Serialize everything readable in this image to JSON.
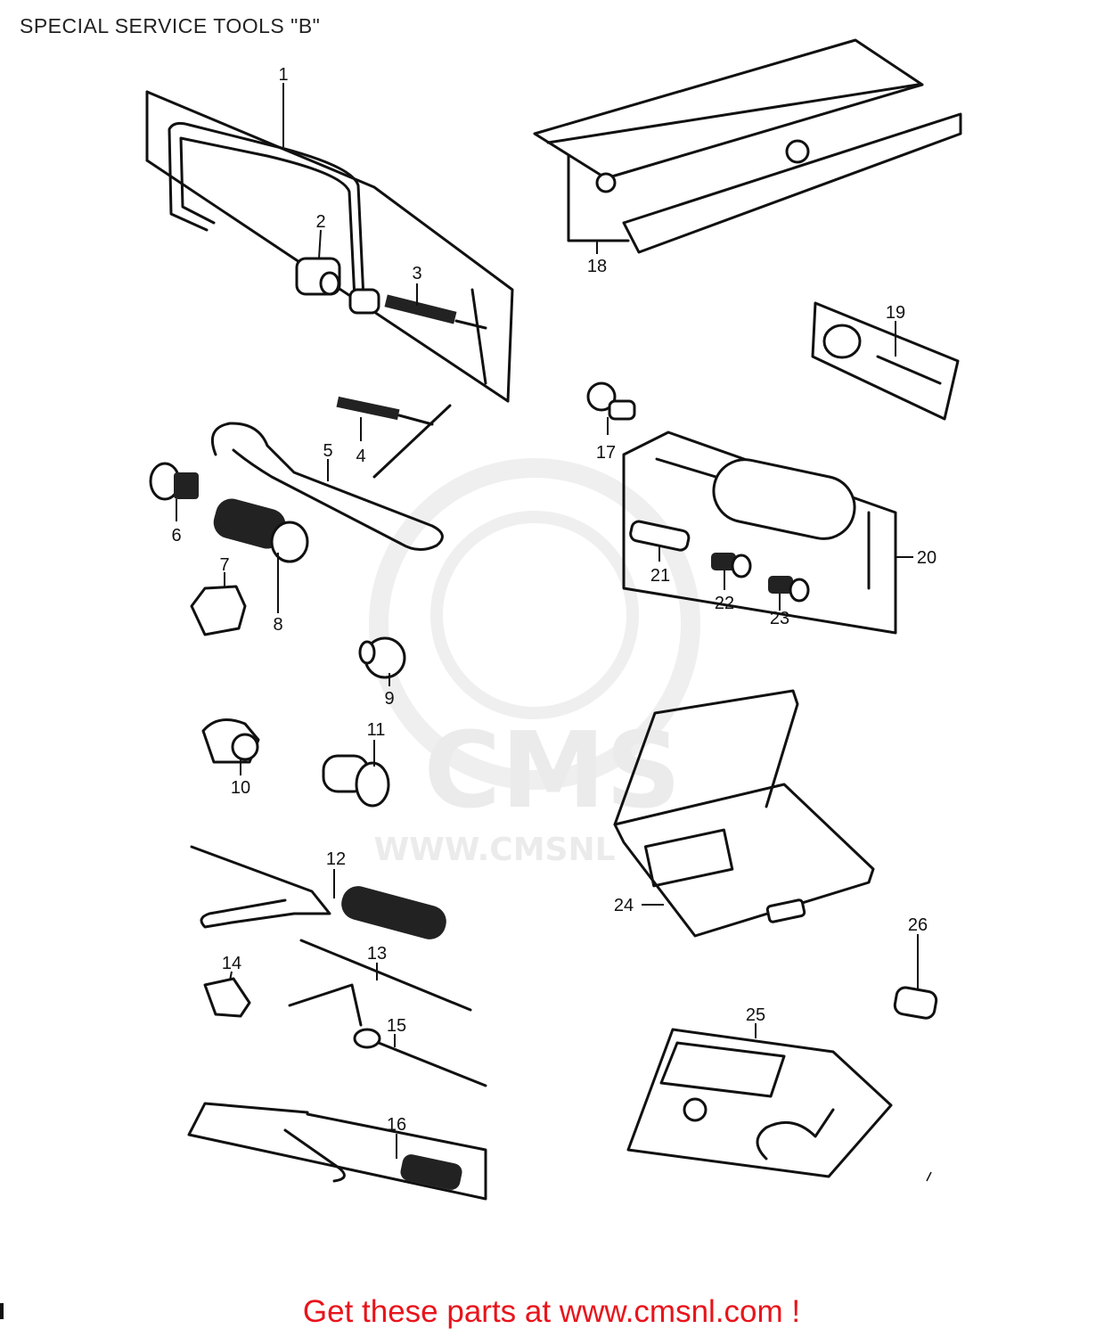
{
  "header": {
    "title": "SPECIAL SERVICE TOOLS \"B\""
  },
  "watermark": {
    "brand": "CMS",
    "url": "WWW.CMSNL"
  },
  "callouts": [
    "1",
    "2",
    "3",
    "4",
    "5",
    "6",
    "7",
    "8",
    "9",
    "10",
    "11",
    "12",
    "13",
    "14",
    "15",
    "16",
    "17",
    "18",
    "19",
    "20",
    "21",
    "22",
    "23",
    "24",
    "25",
    "26"
  ],
  "footer": {
    "text": "Get these parts at www.cmsnl.com !"
  },
  "colors": {
    "footer": "#e8141b",
    "ink": "#111111",
    "watermark": "#d9d9d9"
  }
}
